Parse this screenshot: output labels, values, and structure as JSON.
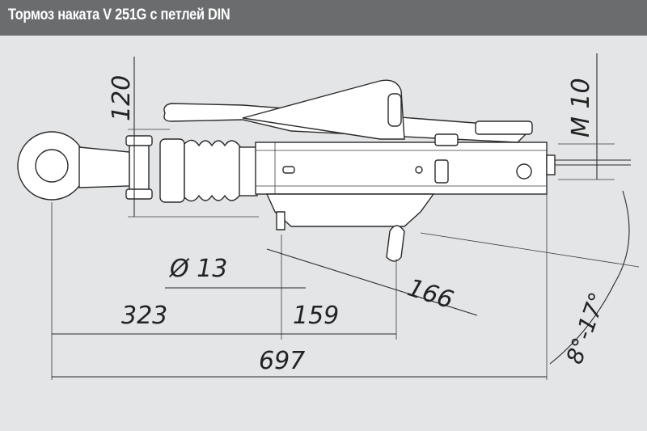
{
  "title": "Тормоз наката V 251G с петлей DIN",
  "dimensions": {
    "height_120": "120",
    "thread_m10": "M 10",
    "hole_diameter": "Ø 13",
    "len_323": "323",
    "len_159": "159",
    "len_166": "166",
    "len_697": "697",
    "angle": "8°-17°"
  },
  "colors": {
    "title_bg": "#6b6c6e",
    "canvas_bg": "#e3e5e6",
    "line": "#2a2a2a"
  }
}
